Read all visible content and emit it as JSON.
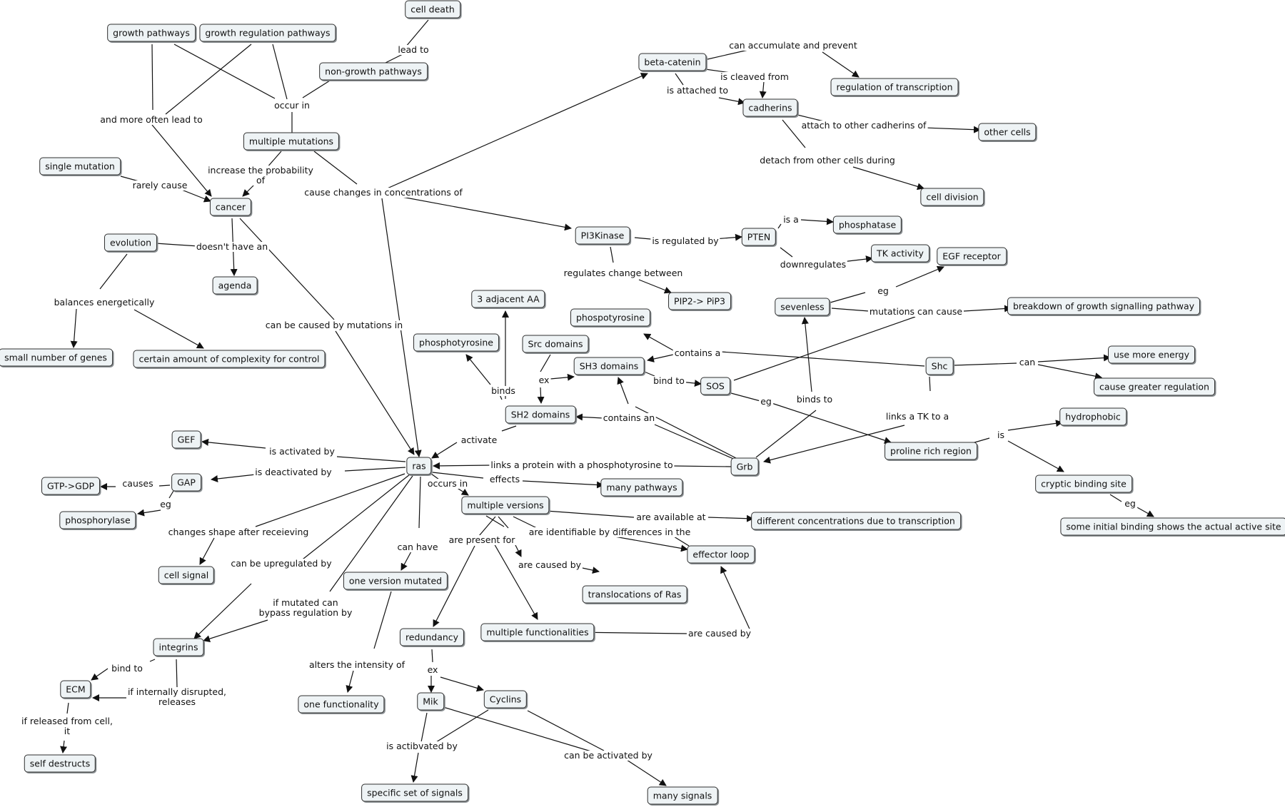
{
  "nodes": {
    "cell_death": "cell death",
    "growth_pathways": "growth pathways",
    "growth_regulation_pathways": "growth regulation pathways",
    "non_growth_pathways": "non-growth pathways",
    "beta_catenin": "beta-catenin",
    "regulation_of_transcription": "regulation of transcription",
    "cadherins": "cadherins",
    "other_cells": "other cells",
    "cell_division": "cell division",
    "multiple_mutations": "multiple mutations",
    "single_mutation": "single mutation",
    "cancer": "cancer",
    "evolution": "evolution",
    "agenda": "agenda",
    "small_number_of_genes": "small number of genes",
    "certain_amount_complexity": "certain amount of complexity for control",
    "pi3kinase": "PI3Kinase",
    "pten": "PTEN",
    "phosphatase": "phosphatase",
    "tk_activity": "TK activity",
    "egf_receptor": "EGF receptor",
    "pip2_pip3": "PIP2-> PiP3",
    "three_adjacent_aa": "3 adjacent AA",
    "phospotyrosine": "phospotyrosine",
    "sevenless": "sevenless",
    "breakdown_growth_signalling": "breakdown of growth signalling pathway",
    "phosphotyrosine": "phosphotyrosine",
    "src_domains": "Src domains",
    "sh3_domains": "SH3 domains",
    "shc": "Shc",
    "use_more_energy": "use more energy",
    "sos": "SOS",
    "cause_greater_regulation": "cause greater regulation",
    "sh2_domains": "SH2 domains",
    "hydrophobic": "hydrophobic",
    "proline_rich_region": "proline rich region",
    "gef": "GEF",
    "ras": "ras",
    "grb": "Grb",
    "gap": "GAP",
    "gtp_gdp": "GTP->GDP",
    "many_pathways": "many pathways",
    "cryptic_binding_site": "cryptic binding site",
    "multiple_versions": "multiple versions",
    "different_concentrations": "different concentrations due to transcription",
    "phosphorylase": "phosphorylase",
    "some_initial_binding": "some initial binding shows the actual active site",
    "effector_loop": "effector loop",
    "cell_signal": "cell signal",
    "one_version_mutated": "one version mutated",
    "translocations_of_ras": "translocations of Ras",
    "multiple_functionalities": "multiple functionalities",
    "redundancy": "redundancy",
    "integrins": "integrins",
    "ecm": "ECM",
    "one_functionality": "one functionality",
    "mik": "Mik",
    "cyclins": "Cyclins",
    "self_destructs": "self destructs",
    "specific_set_of_signals": "specific set of signals",
    "many_signals": "many signals"
  },
  "labels": {
    "lead_to": "lead to",
    "occur_in": "occur in",
    "and_more_often_lead_to": "and more often lead to",
    "increase_the_probability_of": "increase the probability\nof",
    "rarely_cause": "rarely cause",
    "cause_changes_in_concentrations_of": "cause changes in concentrations of",
    "doesnt_have_an": "doesn't have an",
    "balances_energetically": "balances energetically",
    "can_be_caused_by_mutations_in": "can be caused by mutations in",
    "can_accumulate_and_prevent": "can accumulate and prevent",
    "is_cleaved_from": "is cleaved from",
    "is_attached_to": "is attached to",
    "attach_to_other_cadherins_of": "attach to other cadherins of",
    "detach_from_other_cells_during": "detach from other cells during",
    "is_regulated_by": "is regulated by",
    "is_a": "is a",
    "downregulates": "downregulates",
    "regulates_change_between": "regulates change between",
    "eg_sevenless": "eg",
    "mutations_can_cause": "mutations can cause",
    "contains_a": "contains a",
    "can": "can",
    "binds": "binds",
    "ex_src": "ex",
    "bind_to": "bind to",
    "eg_sos": "eg",
    "binds_to": "binds to",
    "links_a_tk_to_a": "links a TK to a",
    "contains_an": "contains an",
    "activate": "activate",
    "is": "is",
    "is_activated_by": "is activated by",
    "is_deactivated_by": "is deactivated by",
    "causes": "causes",
    "eg_gap": "eg",
    "links_a_protein": "links a protein with a phosphotyrosine to",
    "effects": "effects",
    "occurs_in": "occurs in",
    "are_available_at": "are available at",
    "eg_cryptic": "eg",
    "changes_shape_after_receiving": "changes shape after receieving",
    "are_present_for": "are present for",
    "are_identifiable_by": "are identifiable by differences in the",
    "can_have": "can have",
    "are_caused_by_trans": "are caused by",
    "can_be_upregulated_by": "can be upregulated by",
    "if_mutated_can_bypass": "if mutated can\nbypass regulation by",
    "are_caused_by_func": "are caused by",
    "bind_to_ecm": "bind to",
    "alters_the_intensity_of": "alters the intensity of",
    "ex_redundancy": "ex",
    "if_internally_disrupted": "if internally disrupted,\nreleases",
    "if_released_from_cell": "if released from cell,\nit",
    "is_actibvated_by": "is actibvated by",
    "can_be_activated_by": "can be activated by"
  }
}
